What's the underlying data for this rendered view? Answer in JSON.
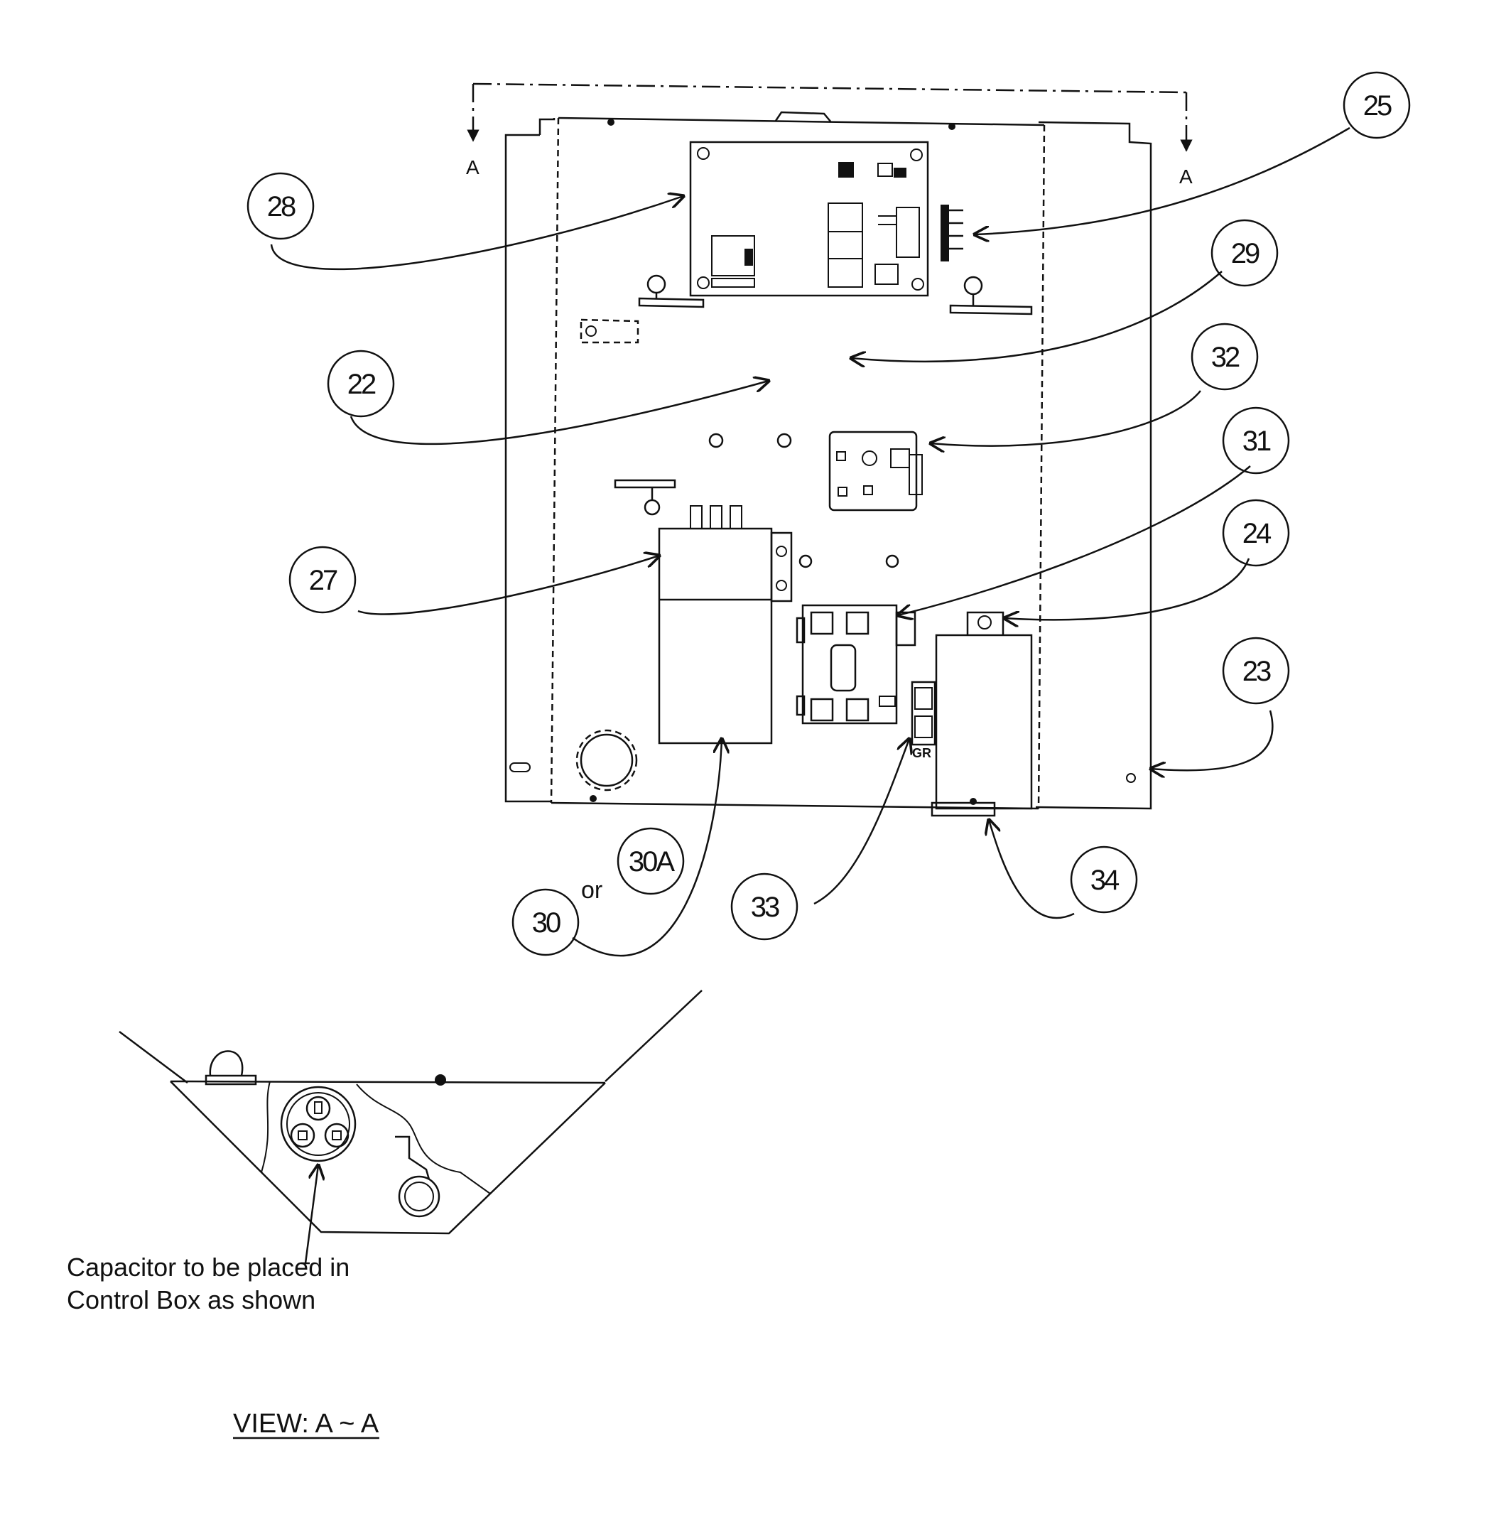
{
  "section_marker": "A",
  "or_label": "or",
  "callouts": {
    "c22": "22",
    "c23": "23",
    "c24": "24",
    "c25": "25",
    "c27": "27",
    "c28": "28",
    "c29": "29",
    "c30": "30",
    "c30a": "30A",
    "c31": "31",
    "c32": "32",
    "c33": "33",
    "c34": "34"
  },
  "terminal_label": "GR",
  "caption": {
    "line1": "Capacitor to be placed in",
    "line2": "Control Box as shown"
  },
  "view_title": "VIEW: A ~ A"
}
